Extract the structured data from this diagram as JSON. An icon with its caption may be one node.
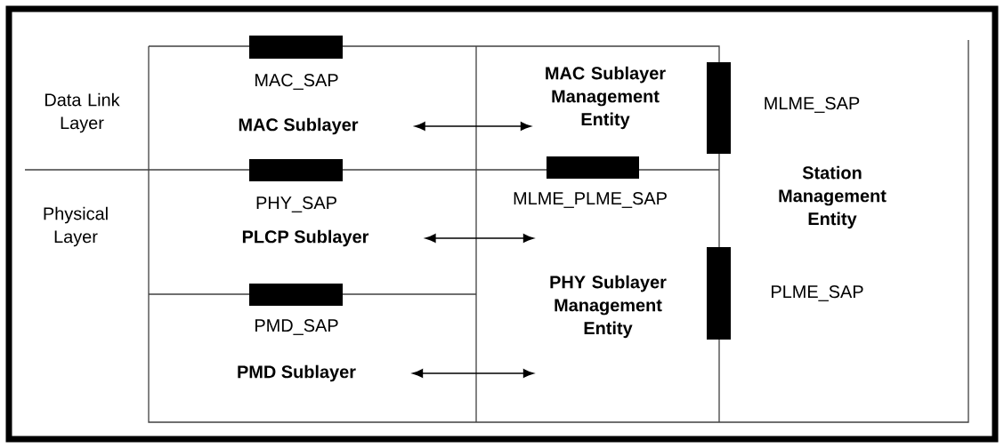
{
  "diagram": {
    "nodes": [
      {
        "text": [
          "MAC Sublayer"
        ]
      },
      {
        "text": [
          "MAC Sublayer Management Entity"
        ]
      },
      {
        "text": [
          "PLCP Sublayer"
        ]
      },
      {
        "text": [
          "PHY Sublayer Management Entity"
        ]
      },
      {
        "text": [
          "PMD Sublayer"
        ]
      },
      {
        "text": [
          "Station Management Entity"
        ]
      }
    ],
    "edges": [
      {
        "from": 0,
        "to": 1,
        "arrow": "both"
      },
      {
        "from": 2,
        "to": 3,
        "arrow": "both"
      },
      {
        "from": 4,
        "to": 3,
        "arrow": "both"
      }
    ],
    "labels": [
      "Data Link Layer",
      "MAC_SAP",
      "MLME_SAP",
      "Physical Layer",
      "PHY_SAP",
      "MLME_PLME_SAP",
      "PLME_SAP",
      "PMD_SAP"
    ]
  }
}
